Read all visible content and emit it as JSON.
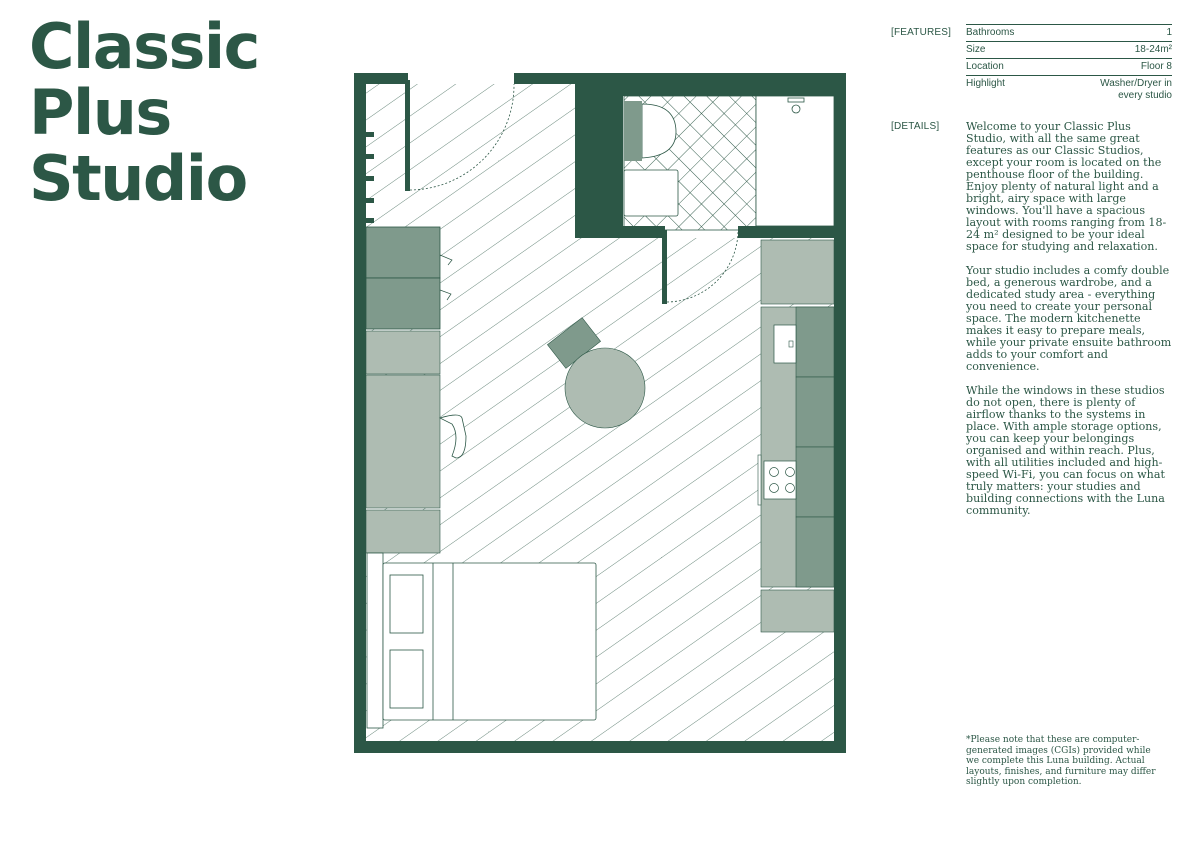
{
  "title": {
    "line1": "Classic",
    "line2": "Plus",
    "line3": "Studio"
  },
  "features": {
    "label": "[FEATURES]",
    "rows": [
      {
        "key": "Bathrooms",
        "value": "1"
      },
      {
        "key": "Size",
        "value": "18-24m²"
      },
      {
        "key": "Location",
        "value": "Floor 8"
      },
      {
        "key": "Highlight",
        "value": "Washer/Dryer in every studio"
      }
    ]
  },
  "details": {
    "label": "[DETAILS]",
    "paragraphs": [
      "Welcome to your Classic Plus Studio, with all the same great features as our Classic Studios, except your room is located on the penthouse floor of the building. Enjoy plenty of natural light and a bright, airy space with large windows. You'll have a spacious layout with rooms ranging from 18-24 m² designed to be your ideal space for studying and relaxation.",
      "Your studio includes a comfy double bed, a generous wardrobe, and a dedicated study area - everything you need to create your personal space. The modern kitchenette makes it easy to prepare meals, while your private ensuite bathroom adds to your comfort and convenience.",
      "While the windows in these studios do not open, there is plenty of airflow thanks to the systems in place. With ample storage options, you can keep your belongings organised and within reach. Plus, with all utilities included and high-speed Wi-Fi, you can focus on what truly matters: your studies and building connections with the Luna community."
    ]
  },
  "disclaimer": "*Please note that these are computer-generated images (CGIs) provided while we complete this Luna building. Actual layouts, finishes, and furniture may differ slightly upon completion.",
  "colors": {
    "brand_green": "#2c5746",
    "furniture_mid": "#7f9a8c",
    "furniture_light": "#aebcb2",
    "background": "#ffffff"
  }
}
